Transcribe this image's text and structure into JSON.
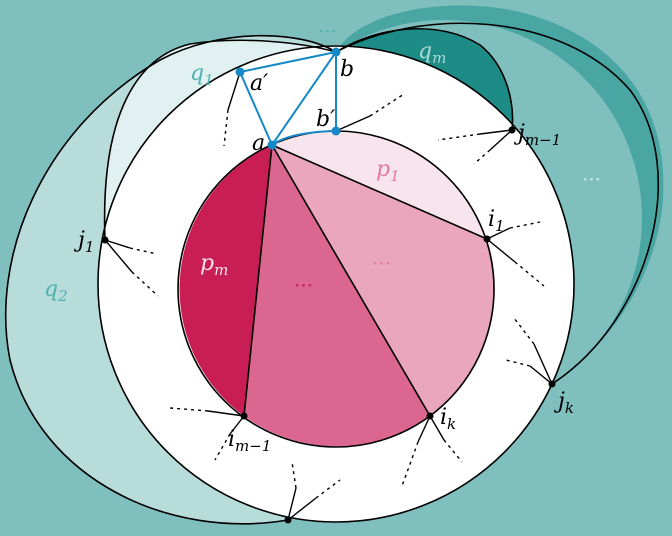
{
  "colors": {
    "background": "#7fbfbe",
    "q1_region": "#e1f0f0",
    "q2_region": "#b7dcda",
    "qm_region": "#1e8c86",
    "outer_teal_region": "#4aa6a3",
    "inner_disk_light": "#f8e4ec",
    "p1_region": "#e9a6bc",
    "mid_region": "#db6690",
    "pm_region": "#c81e55",
    "blue_path": "#1688c8",
    "label_teal": "#4fb2b0",
    "label_pink": "#e07aa3",
    "label_white": "#f6e3ea"
  },
  "labels": {
    "ellipsis_top": "···",
    "q_m": "q",
    "q_m_sub": "m",
    "q_1": "q",
    "q_1_sub": "1",
    "a_prime": "a′",
    "b": "b",
    "b_prime": "b′",
    "a": "a",
    "j_m1": "j",
    "j_m1_sub": "m−1",
    "ellipsis_right": "···",
    "p_1": "p",
    "p_1_sub": "1",
    "i_1": "i",
    "i_1_sub": "1",
    "j_1": "j",
    "j_1_sub": "1",
    "p_m": "p",
    "p_m_sub": "m",
    "ellipsis_center_right": "···",
    "ellipsis_center": "···",
    "q_2": "q",
    "q_2_sub": "2",
    "j_k": "j",
    "j_k_sub": "k",
    "i_k": "i",
    "i_k_sub": "k",
    "i_m1": "i",
    "i_m1_sub": "m−1"
  }
}
